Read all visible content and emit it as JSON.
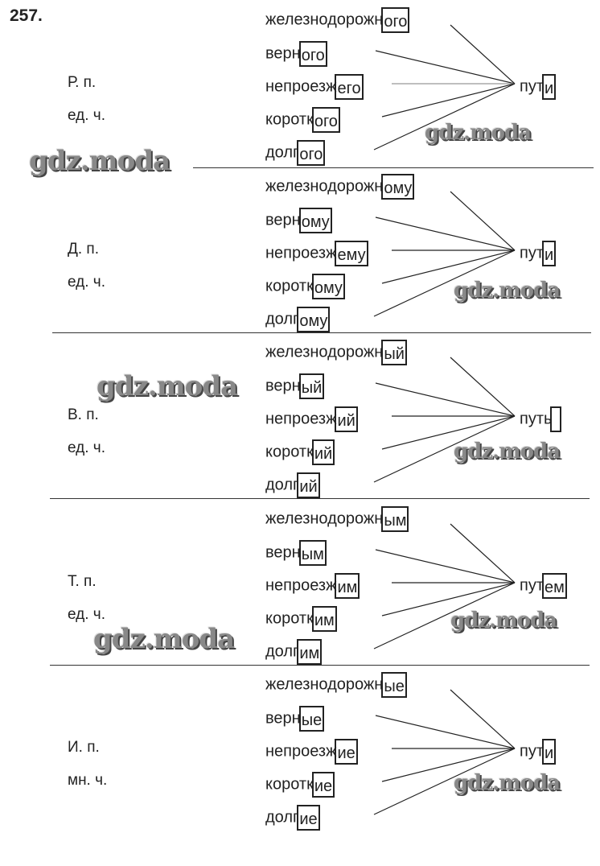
{
  "exercise_number": "257.",
  "watermark": "gdz.moda",
  "blocks": [
    {
      "case": "Р. п.",
      "number": "ед. ч.",
      "words": [
        {
          "stem": "железнодорожн",
          "ending": "ого"
        },
        {
          "stem": "верн",
          "ending": "ого"
        },
        {
          "stem": "непроезж",
          "ending": "его"
        },
        {
          "stem": "коротк",
          "ending": "ого"
        },
        {
          "stem": "долг",
          "ending": "ого"
        }
      ],
      "noun": {
        "stem": "пут",
        "ending": "и"
      }
    },
    {
      "case": "Д. п.",
      "number": "ед. ч.",
      "words": [
        {
          "stem": "железнодорожн",
          "ending": "ому"
        },
        {
          "stem": "верн",
          "ending": "ому"
        },
        {
          "stem": "непроезж",
          "ending": "ему"
        },
        {
          "stem": "коротк",
          "ending": "ому"
        },
        {
          "stem": "долг",
          "ending": "ому"
        }
      ],
      "noun": {
        "stem": "пут",
        "ending": "и"
      }
    },
    {
      "case": "В. п.",
      "number": "ед. ч.",
      "words": [
        {
          "stem": "железнодорожн",
          "ending": "ый"
        },
        {
          "stem": "верн",
          "ending": "ый"
        },
        {
          "stem": "непроезж",
          "ending": "ий"
        },
        {
          "stem": "коротк",
          "ending": "ий"
        },
        {
          "stem": "долг",
          "ending": "ий"
        }
      ],
      "noun": {
        "stem": "путь",
        "ending": ""
      }
    },
    {
      "case": "Т. п.",
      "number": "ед. ч.",
      "words": [
        {
          "stem": "железнодорожн",
          "ending": "ым"
        },
        {
          "stem": "верн",
          "ending": "ым"
        },
        {
          "stem": "непроезж",
          "ending": "им"
        },
        {
          "stem": "коротк",
          "ending": "им"
        },
        {
          "stem": "долг",
          "ending": "им"
        }
      ],
      "noun": {
        "stem": "пут",
        "ending": "ем"
      }
    },
    {
      "case": "И. п.",
      "number": "мн. ч.",
      "words": [
        {
          "stem": "железнодорожн",
          "ending": "ые"
        },
        {
          "stem": "верн",
          "ending": "ые"
        },
        {
          "stem": "непроезж",
          "ending": "ие"
        },
        {
          "stem": "коротк",
          "ending": "ие"
        },
        {
          "stem": "долг",
          "ending": "ие"
        }
      ],
      "noun": {
        "stem": "пут",
        "ending": "и"
      }
    }
  ]
}
